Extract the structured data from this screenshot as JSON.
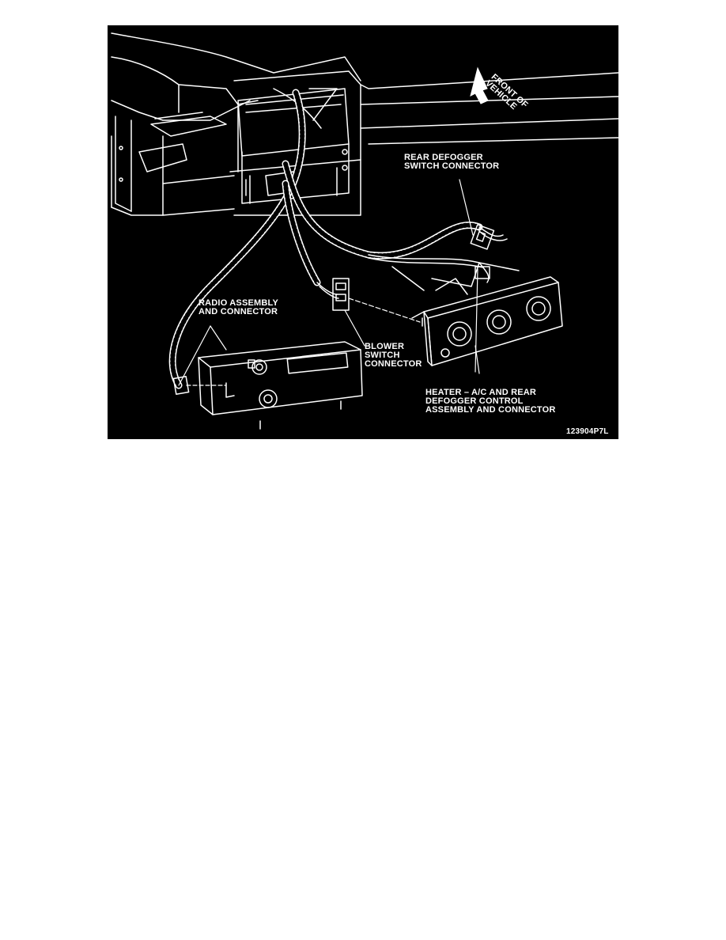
{
  "figure": {
    "background": "#000000",
    "line_color": "#ffffff",
    "labels": {
      "front_of_vehicle": [
        "FRONT OF",
        "VEHICLE"
      ],
      "rear_defogger_switch_connector": [
        "REAR DEFOGGER",
        "SWITCH CONNECTOR"
      ],
      "radio_assembly_and_connector": [
        "RADIO ASSEMBLY",
        "AND CONNECTOR"
      ],
      "blower_switch_connector": [
        "BLOWER",
        "SWITCH",
        "CONNECTOR"
      ],
      "heater_ac_control": [
        "HEATER – A/C AND REAR",
        "DEFOGGER CONTROL",
        "ASSEMBLY AND CONNECTOR"
      ],
      "figure_id": "123904P7L"
    },
    "icons": [
      "front-direction-arrow-icon"
    ]
  }
}
